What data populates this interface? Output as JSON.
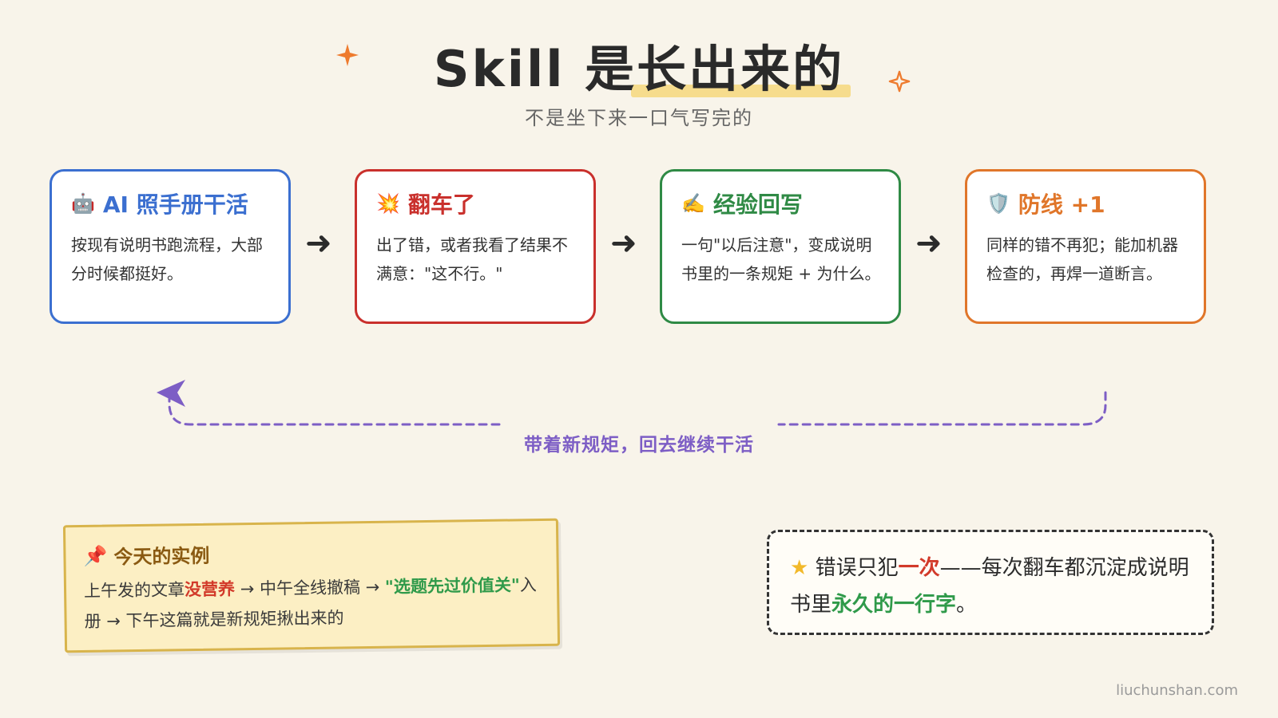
{
  "title": {
    "prefix": "Skill ",
    "highlight": "是长出来的"
  },
  "subtitle": "不是坐下来一口气写完的",
  "steps": [
    {
      "icon": "🤖",
      "title": "AI 照手册干活",
      "body": "按现有说明书跑流程，大部分时候都挺好。",
      "color": "#3b6fd0"
    },
    {
      "icon": "💥",
      "title": "翻车了",
      "body": "出了错，或者我看了结果不满意：\"这不行。\"",
      "color": "#c9302c"
    },
    {
      "icon": "✍️",
      "title": "经验回写",
      "body": "一句\"以后注意\"，变成说明书里的一条规矩 + 为什么。",
      "color": "#2f8a45"
    },
    {
      "icon": "🛡️",
      "title": "防线 +1",
      "body": "同样的错不再犯；能加机器检查的，再焊一道断言。",
      "color": "#e0762a"
    }
  ],
  "arrow_glyph": "➜",
  "loop_label": "带着新规矩，回去继续干活",
  "example": {
    "icon": "📌",
    "heading": "今天的实例",
    "line_a": "上午发的文章",
    "red_text": "没营养",
    "line_b": " → 中午全线撤稿 → ",
    "green_text": "\"选题先过价值关\"",
    "line_c": "入册 → 下午这篇就是新规矩揪出来的"
  },
  "takeaway": {
    "star": "★",
    "part1": " 错误只犯",
    "red_text": "一次",
    "part2": "——每次翻车都沉淀成说明书里",
    "green_text": "永久的一行字",
    "part3": "。"
  },
  "credit": "liuchunshan.com",
  "colors": {
    "background": "#f8f4ea",
    "loop": "#7d5ec5",
    "highlight": "#f6dc8d"
  }
}
